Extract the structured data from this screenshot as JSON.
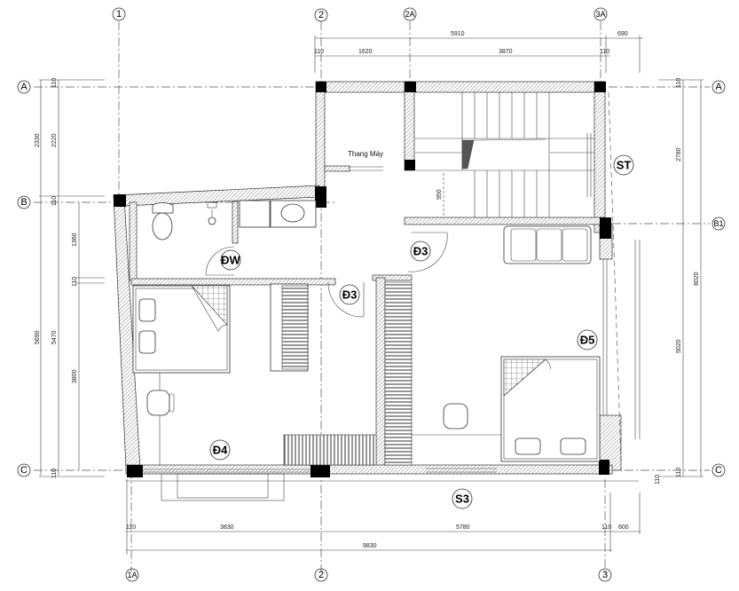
{
  "drawing": {
    "type": "architectural floor plan",
    "grid_axes": {
      "vertical": [
        {
          "id": "1",
          "label": "1"
        },
        {
          "id": "2",
          "label": "2"
        },
        {
          "id": "2A",
          "label": "2A"
        },
        {
          "id": "3A",
          "label": "3A"
        },
        {
          "id": "1A",
          "label": "1A"
        },
        {
          "id": "2b",
          "label": "2"
        },
        {
          "id": "3",
          "label": "3"
        }
      ],
      "horizontal": [
        {
          "id": "A",
          "label": "A"
        },
        {
          "id": "B",
          "label": "B"
        },
        {
          "id": "B1",
          "label": "B1"
        },
        {
          "id": "C",
          "label": "C"
        },
        {
          "id": "A_right",
          "label": "A"
        },
        {
          "id": "C_right",
          "label": "C"
        }
      ]
    },
    "dimensions": {
      "top": {
        "overall": "5910",
        "right_ext": "690",
        "seg_110_left": "110",
        "seg_1620": "1620",
        "seg_3870": "3870",
        "seg_110_right": "110"
      },
      "left": {
        "top_110": "110",
        "d2330": "2330",
        "d2220": "2220",
        "b_110": "110",
        "d1360": "1360",
        "mid_110": "110",
        "d5690": "5690",
        "d5470": "5470",
        "d3800": "3800",
        "c_110": "110"
      },
      "right": {
        "top_110": "110",
        "d2780": "2780",
        "d8020": "8020",
        "d5020": "5020",
        "c_110a": "110",
        "c_110b": "110"
      },
      "bottom": {
        "left_110": "110",
        "d3830": "3830",
        "d5780": "5780",
        "right_110": "110",
        "d600": "600",
        "overall": "9830"
      },
      "stair": {
        "d950": "950"
      }
    },
    "rooms": {
      "elevator": "Thang Máy",
      "toilet_tag": "ĐW",
      "door_d3_a": "Đ3",
      "door_d3_b": "Đ3",
      "bedroom_left": "Đ4",
      "bedroom_right": "Đ5",
      "stair_tag": "ST",
      "window_tag": "S3"
    }
  }
}
